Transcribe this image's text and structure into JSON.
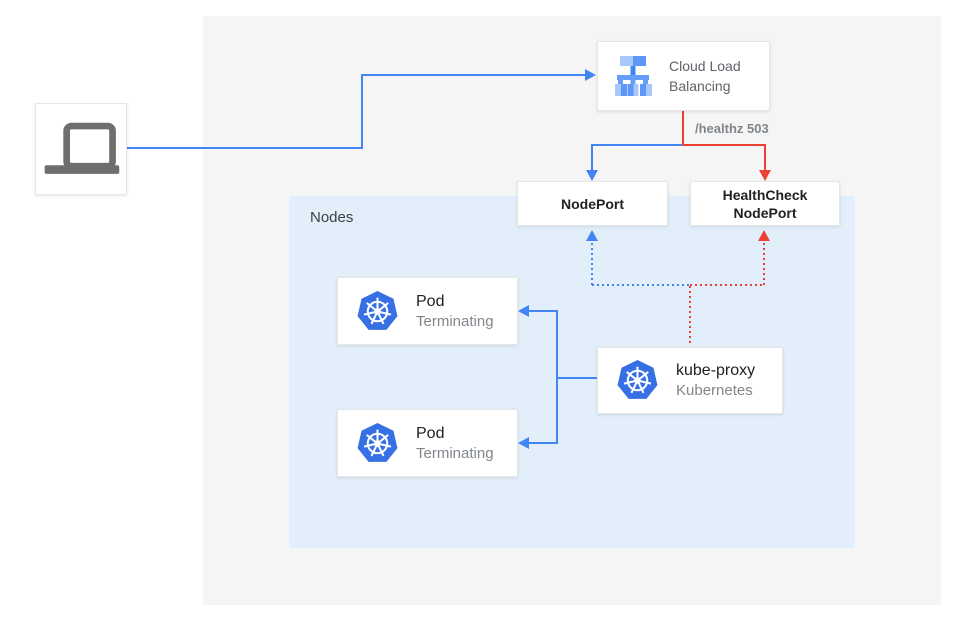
{
  "diagram": {
    "client": {
      "icon": "laptop-icon"
    },
    "cloud_load_balancing": {
      "label": "Cloud Load Balancing",
      "icon": "cloud-load-balancing-icon"
    },
    "healthz_label": "/healthz 503",
    "nodeport": {
      "label": "NodePort"
    },
    "healthcheck_nodeport": {
      "label": "HealthCheck NodePort"
    },
    "nodes_group": {
      "label": "Nodes"
    },
    "pods": [
      {
        "title": "Pod",
        "subtitle": "Terminating",
        "icon": "kubernetes-icon"
      },
      {
        "title": "Pod",
        "subtitle": "Terminating",
        "icon": "kubernetes-icon"
      }
    ],
    "kube_proxy": {
      "title": "kube-proxy",
      "subtitle": "Kubernetes",
      "icon": "kubernetes-icon"
    },
    "colors": {
      "traffic_blue": "#4285F4",
      "error_red": "#EA4335",
      "nodes_bg": "#E2EFFB",
      "panel_bg": "#F5F5F5",
      "text_dark": "#202124",
      "text_gray": "#80868B"
    }
  }
}
